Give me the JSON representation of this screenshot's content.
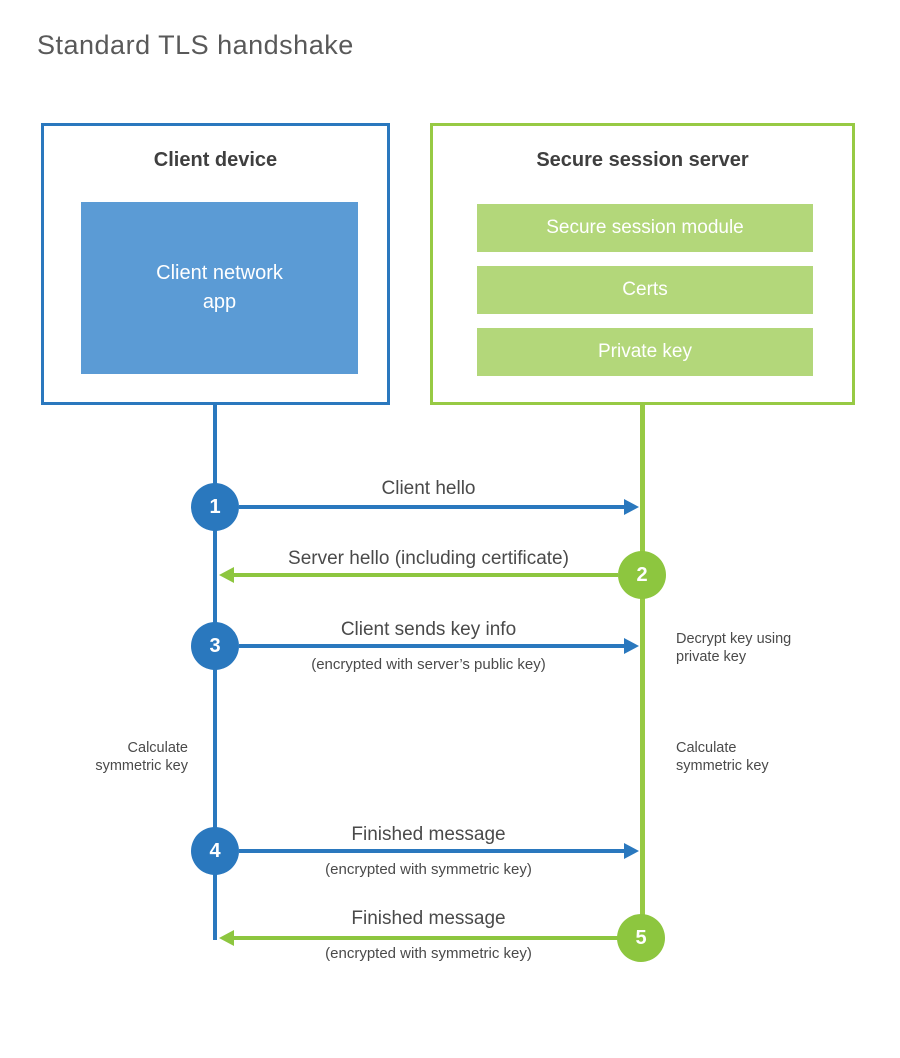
{
  "title": "Standard TLS handshake",
  "colors": {
    "blue_line": "#2A78BE",
    "blue_fill": "#5B9BD5",
    "green_circle": "#8DC63F",
    "green_line": "#97CA44",
    "green_fill": "#B3D77A",
    "heading_text": "#3F3F3F",
    "body_text": "#4A4A4A",
    "title_text": "#595959",
    "background": "#FFFFFF"
  },
  "client": {
    "title": "Client device",
    "app_label": "Client network app"
  },
  "server": {
    "title": "Secure session server",
    "modules": [
      "Secure session module",
      "Certs",
      "Private key"
    ]
  },
  "steps": [
    {
      "num": "1",
      "label": "Client hello",
      "sub": "",
      "direction": "right",
      "color": "blue"
    },
    {
      "num": "2",
      "label": "Server hello (including certificate)",
      "sub": "",
      "direction": "left",
      "color": "green"
    },
    {
      "num": "3",
      "label": "Client sends key info",
      "sub": "(encrypted with server’s public key)",
      "direction": "right",
      "color": "blue"
    },
    {
      "num": "4",
      "label": "Finished message",
      "sub": "(encrypted with symmetric key)",
      "direction": "right",
      "color": "blue"
    },
    {
      "num": "5",
      "label": "Finished message",
      "sub": "(encrypted with symmetric key)",
      "direction": "left",
      "color": "green"
    }
  ],
  "notes": {
    "decrypt": "Decrypt key using private key",
    "calc_left": "Calculate symmetric key",
    "calc_right": "Calculate symmetric key"
  }
}
